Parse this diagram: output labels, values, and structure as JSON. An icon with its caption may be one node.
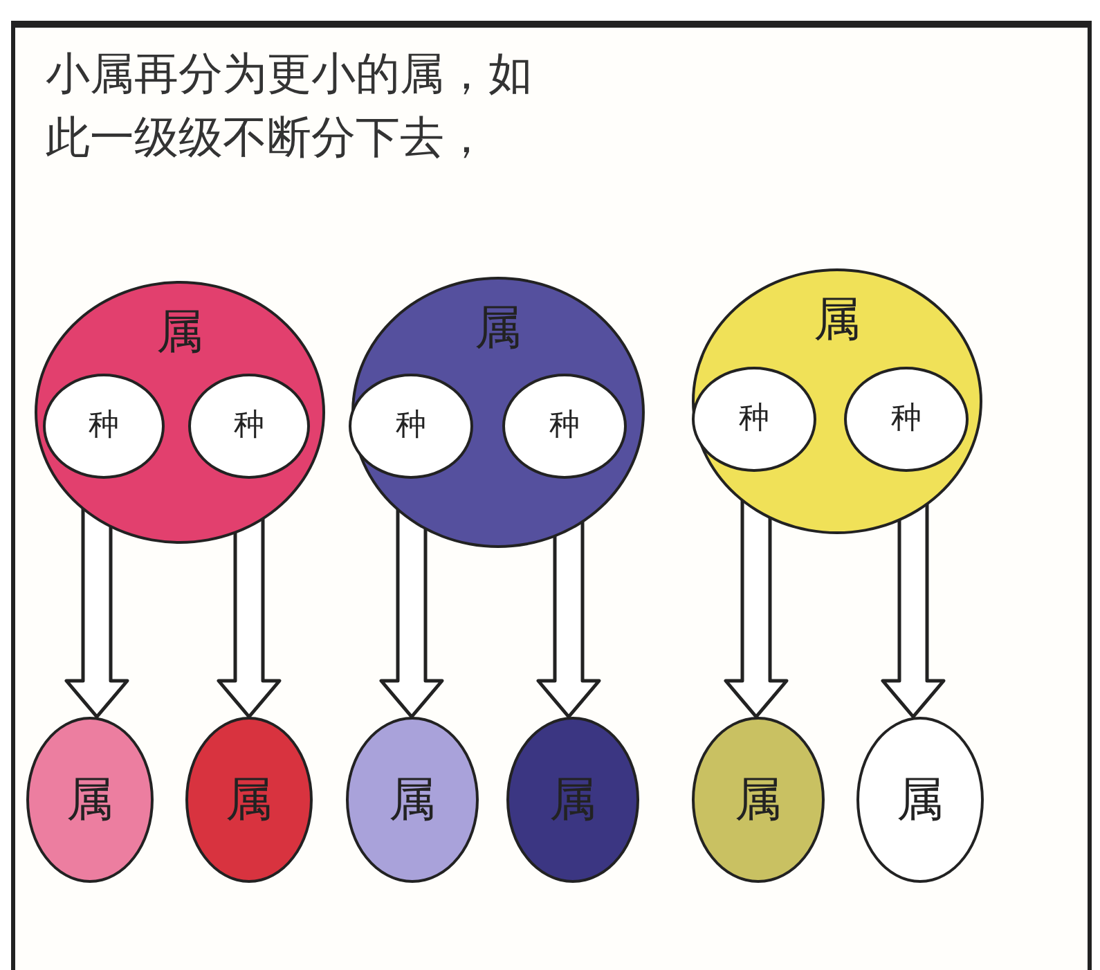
{
  "diagram": {
    "title": "小属再分为更小的属，如此一级级不断分下去，",
    "nodes": [
      {
        "text": [
          "属"
        ]
      },
      {
        "text": [
          "种"
        ],
        "in": 0
      },
      {
        "text": [
          "种"
        ],
        "in": 0
      },
      {
        "text": [
          "属"
        ]
      },
      {
        "text": [
          "种"
        ],
        "in": 3
      },
      {
        "text": [
          "种"
        ],
        "in": 3
      },
      {
        "text": [
          "属"
        ]
      },
      {
        "text": [
          "种"
        ],
        "in": 6
      },
      {
        "text": [
          "种"
        ],
        "in": 6
      },
      {
        "text": [
          "属"
        ]
      },
      {
        "text": [
          "属"
        ]
      },
      {
        "text": [
          "属"
        ]
      },
      {
        "text": [
          "属"
        ]
      },
      {
        "text": [
          "属"
        ]
      },
      {
        "text": [
          "属"
        ]
      }
    ],
    "edges": [
      {
        "from": 1,
        "to": 9,
        "arrow": "to"
      },
      {
        "from": 2,
        "to": 10,
        "arrow": "to"
      },
      {
        "from": 4,
        "to": 11,
        "arrow": "to"
      },
      {
        "from": 5,
        "to": 12,
        "arrow": "to"
      },
      {
        "from": 7,
        "to": 13,
        "arrow": "to"
      },
      {
        "from": 8,
        "to": 14,
        "arrow": "to"
      }
    ]
  }
}
